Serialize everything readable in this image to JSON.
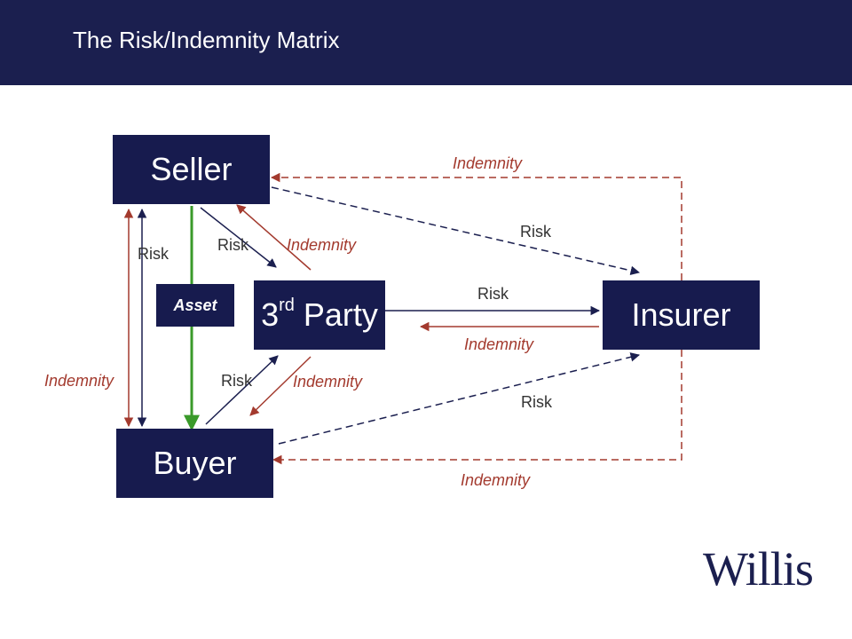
{
  "header": {
    "title": "The Risk/Indemnity Matrix"
  },
  "nodes": {
    "seller": "Seller",
    "third_party_main": "3",
    "third_party_sup": "rd",
    "third_party_rest": " Party",
    "insurer": "Insurer",
    "buyer": "Buyer",
    "asset": "Asset"
  },
  "labels": {
    "risk": "Risk",
    "indemnity": "Indemnity"
  },
  "logo": "Willis",
  "colors": {
    "header_bg": "#1b1f4f",
    "box_bg": "#171b4e",
    "risk_arrow": "#1b1f4f",
    "indemnity_arrow": "#a33a2e",
    "asset_arrow": "#3a9a2a"
  }
}
